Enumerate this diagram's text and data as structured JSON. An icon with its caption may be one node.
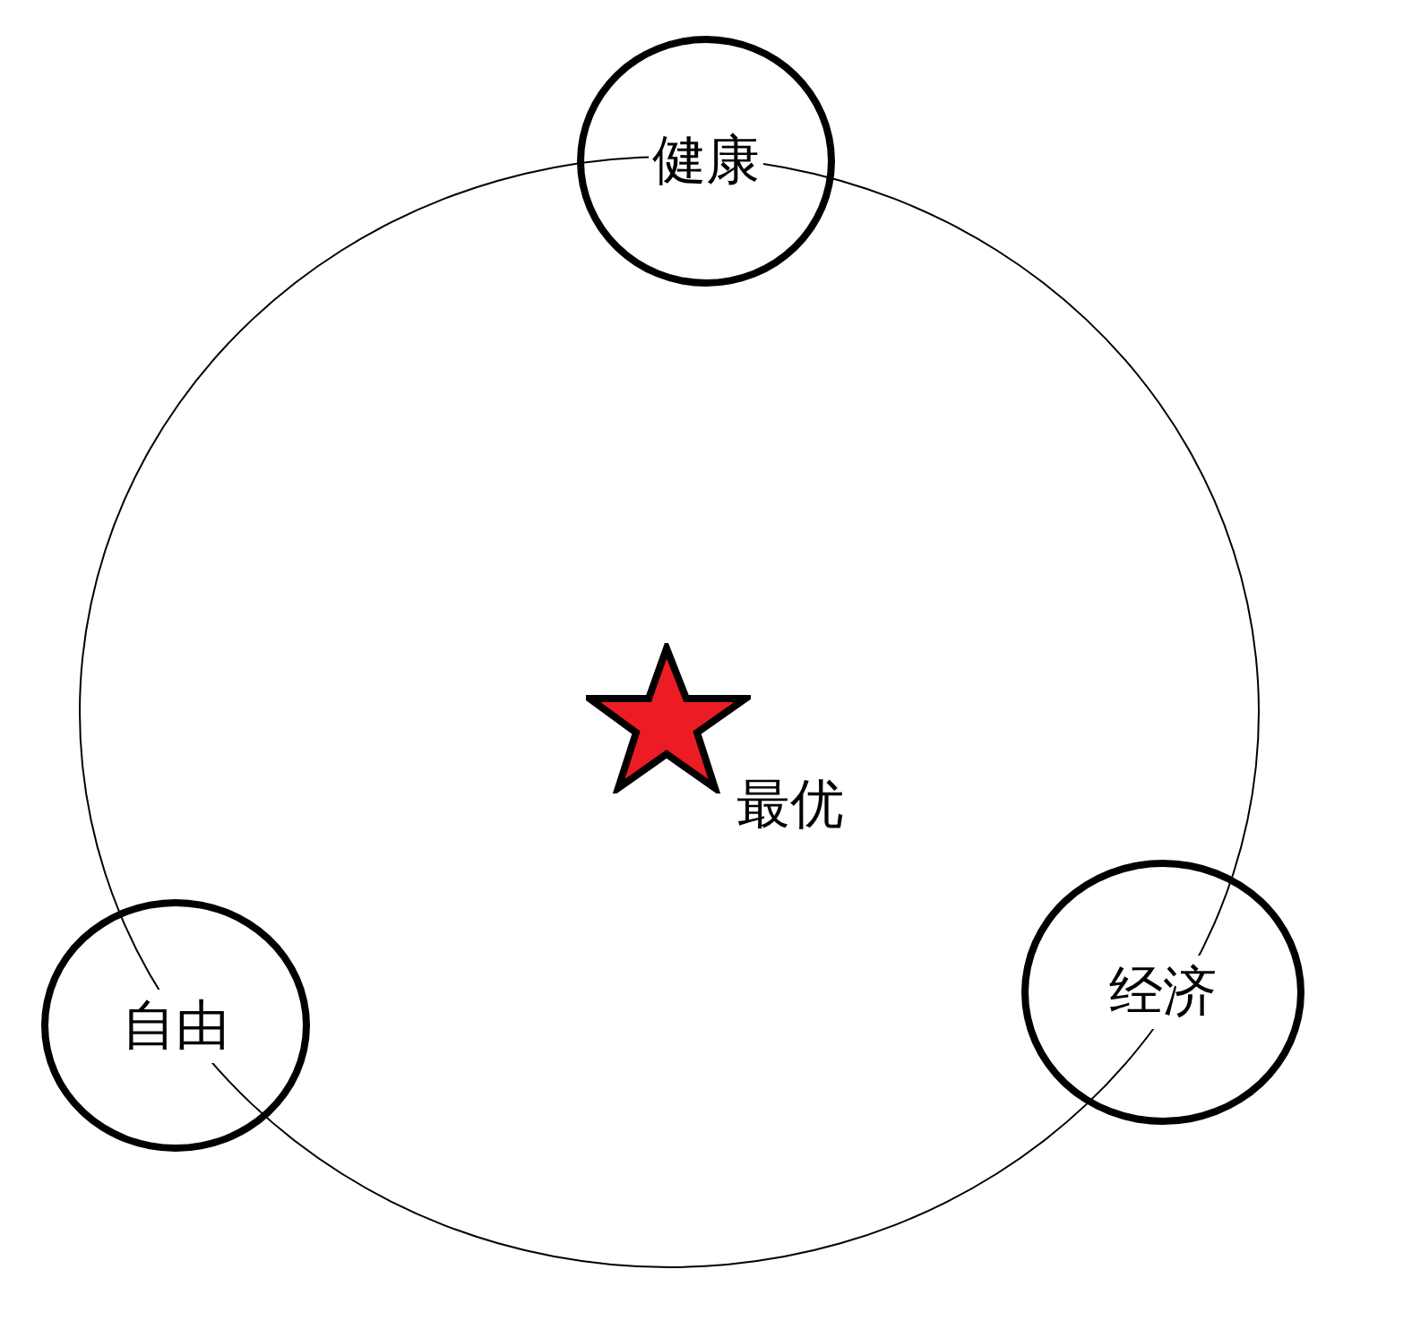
{
  "diagram": {
    "nodes": [
      {
        "text": [],
        "shape": "circle"
      },
      {
        "text": [
          "健康"
        ]
      },
      {
        "text": [],
        "shape": "star",
        "in": 0,
        "beside": [
          "最优"
        ]
      },
      {
        "text": [
          "自由"
        ]
      },
      {
        "text": [
          "经济"
        ]
      }
    ]
  }
}
